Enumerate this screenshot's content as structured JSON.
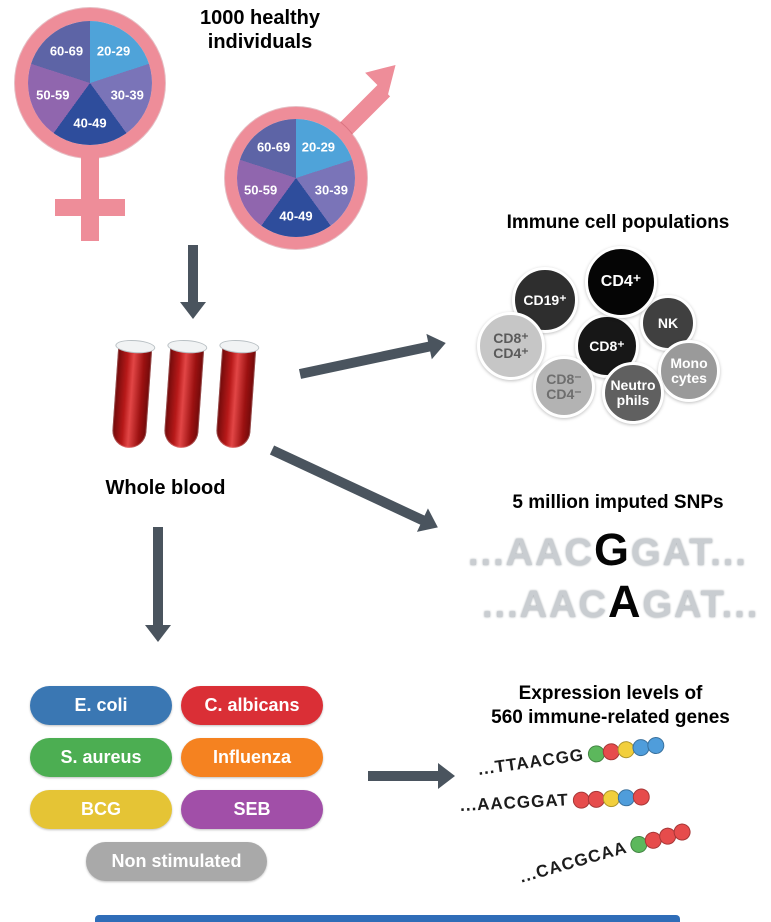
{
  "cohort": {
    "title": "1000 healthy\nindividuals",
    "age_groups": [
      "20-29",
      "30-39",
      "40-49",
      "50-59",
      "60-69"
    ],
    "pie_colors": [
      "#4fa3d9",
      "#7a74b8",
      "#2e4d9c",
      "#9066ae",
      "#5d64a6"
    ],
    "symbol_color": "#ee8d99"
  },
  "whole_blood": {
    "label": "Whole blood"
  },
  "immune_cells": {
    "title": "Immune cell populations",
    "cells": [
      {
        "id": "nk",
        "label": "NK",
        "bg": "#404040",
        "fg": "#ffffff"
      },
      {
        "id": "monocytes",
        "label": "Mono\ncytes",
        "bg": "#9a9a9a",
        "fg": "#ffffff"
      },
      {
        "id": "cd19",
        "label": "CD19⁺",
        "bg": "#2e2e2e",
        "fg": "#ffffff"
      },
      {
        "id": "cd8",
        "label": "CD8⁺",
        "bg": "#171717",
        "fg": "#ffffff"
      },
      {
        "id": "cd8neg-cd4neg",
        "label": "CD8⁻\nCD4⁻",
        "bg": "#b3b3b3",
        "fg": "#6e6e6e"
      },
      {
        "id": "neutrophils",
        "label": "Neutro\nphils",
        "bg": "#606060",
        "fg": "#ffffff"
      },
      {
        "id": "cd8pos-cd4pos",
        "label": "CD8⁺\nCD4⁺",
        "bg": "#c6c6c6",
        "fg": "#5a5a5a"
      },
      {
        "id": "cd4",
        "label": "CD4⁺",
        "bg": "#050505",
        "fg": "#ffffff"
      }
    ]
  },
  "snps": {
    "title": "5 million imputed SNPs",
    "rows": [
      {
        "prefix": "...AAC",
        "variant": "G",
        "suffix": "GAT..."
      },
      {
        "prefix": "...AAC",
        "variant": "A",
        "suffix": "GAT..."
      }
    ]
  },
  "stimulations": {
    "items": [
      {
        "label": "E. coli",
        "color": "#3a77b3"
      },
      {
        "label": "C. albicans",
        "color": "#da2f36"
      },
      {
        "label": "S. aureus",
        "color": "#4cae52"
      },
      {
        "label": "Influenza",
        "color": "#f58220"
      },
      {
        "label": "BCG",
        "color": "#e5c435"
      },
      {
        "label": "SEB",
        "color": "#a14fa8"
      },
      {
        "label": "Non stimulated",
        "color": "#a9a9a9"
      }
    ]
  },
  "expression": {
    "title": "Expression levels of\n560 immune-related genes",
    "bead_palette": {
      "green": "#5cb85c",
      "red": "#e64c4c",
      "yellow": "#f2cf3c",
      "blue": "#4f9ddb"
    },
    "probes": [
      {
        "sequence": "...TTAACGG",
        "beads": [
          "green",
          "red",
          "yellow",
          "blue",
          "blue"
        ]
      },
      {
        "sequence": "...AACGGAT",
        "beads": [
          "red",
          "red",
          "yellow",
          "blue",
          "red"
        ]
      },
      {
        "sequence": "...CACGCAA",
        "beads": [
          "green",
          "red",
          "red",
          "red"
        ]
      }
    ]
  },
  "arrow_color": "#4a545e"
}
